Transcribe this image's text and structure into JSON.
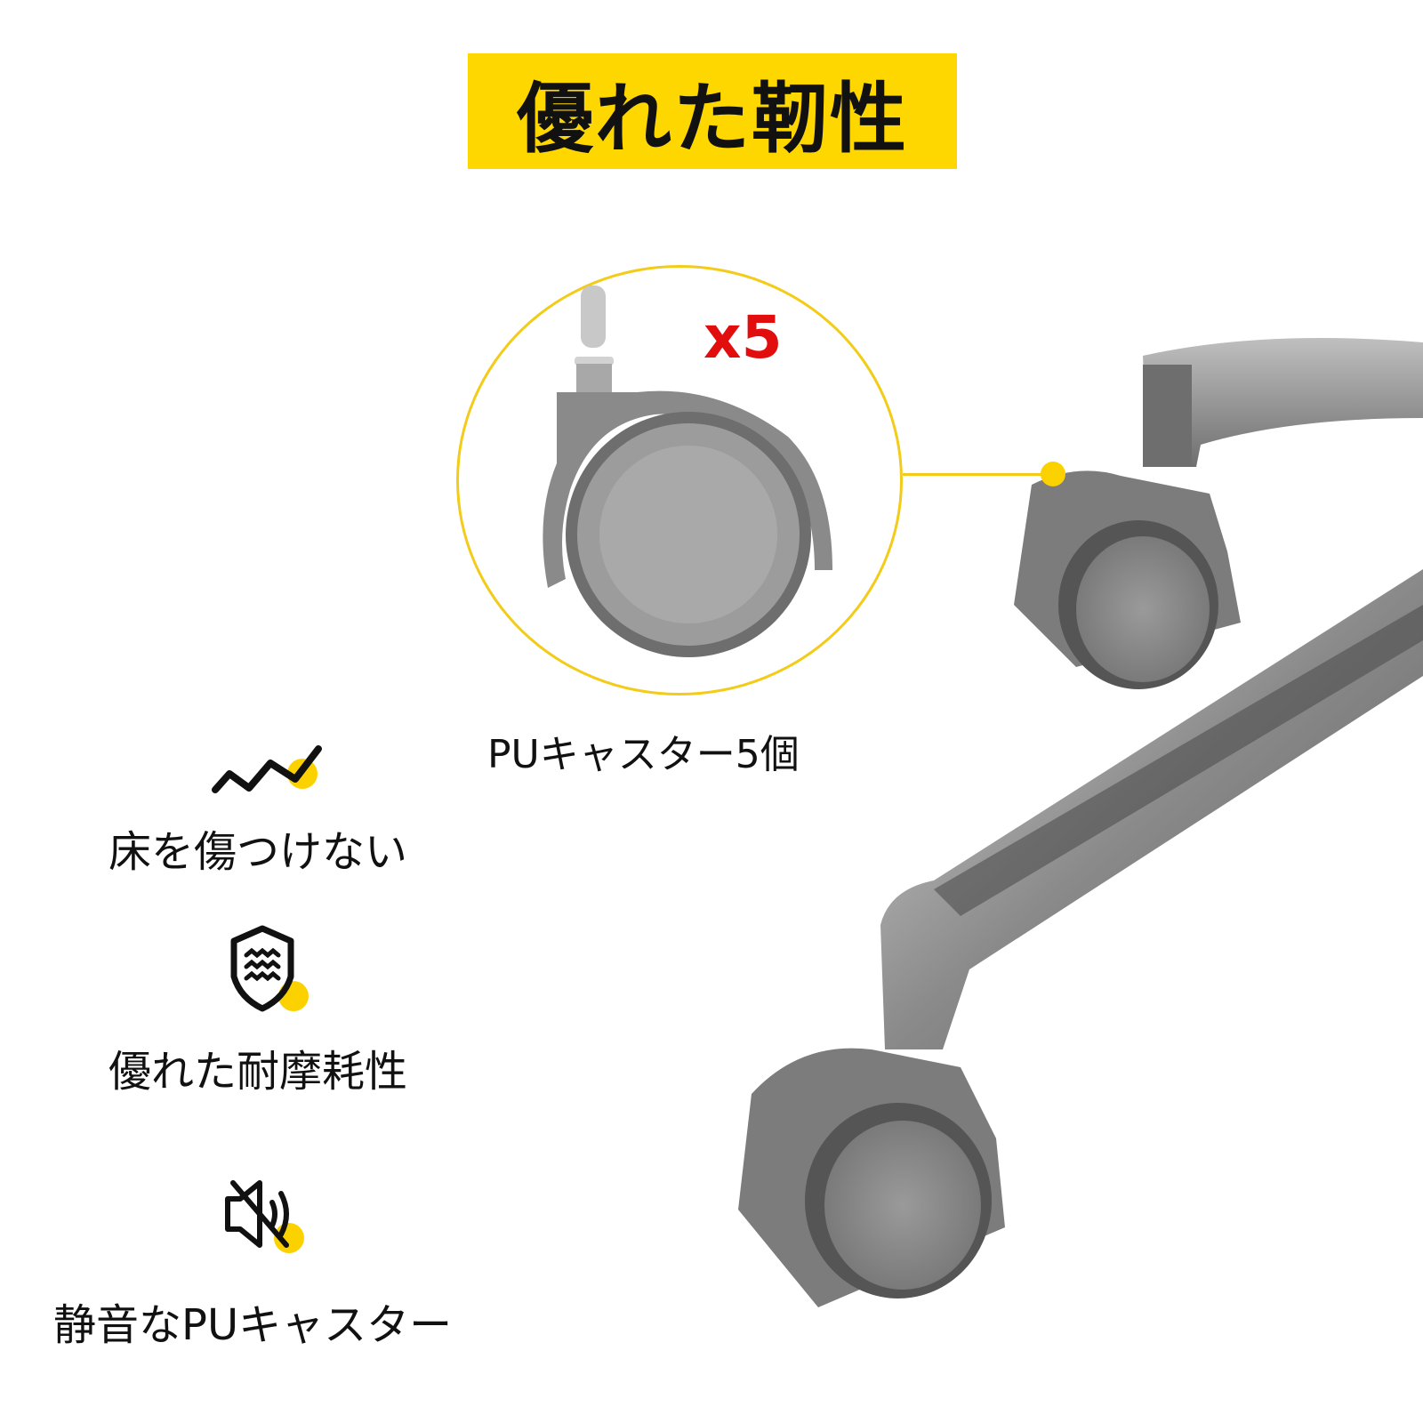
{
  "header": {
    "title": "優れた靭性"
  },
  "product": {
    "count_label": "x5",
    "caption": "PUキャスター5個"
  },
  "features": [
    {
      "icon": "zigzag-line-icon",
      "label": "床を傷つけない"
    },
    {
      "icon": "shield-waves-icon",
      "label": "優れた耐摩耗性"
    },
    {
      "icon": "speaker-mute-icon",
      "label": "静音なPUキャスター"
    }
  ],
  "colors": {
    "accent_yellow": "#fed700",
    "count_red": "#e20d0d",
    "text": "#111111",
    "background": "#ffffff"
  }
}
